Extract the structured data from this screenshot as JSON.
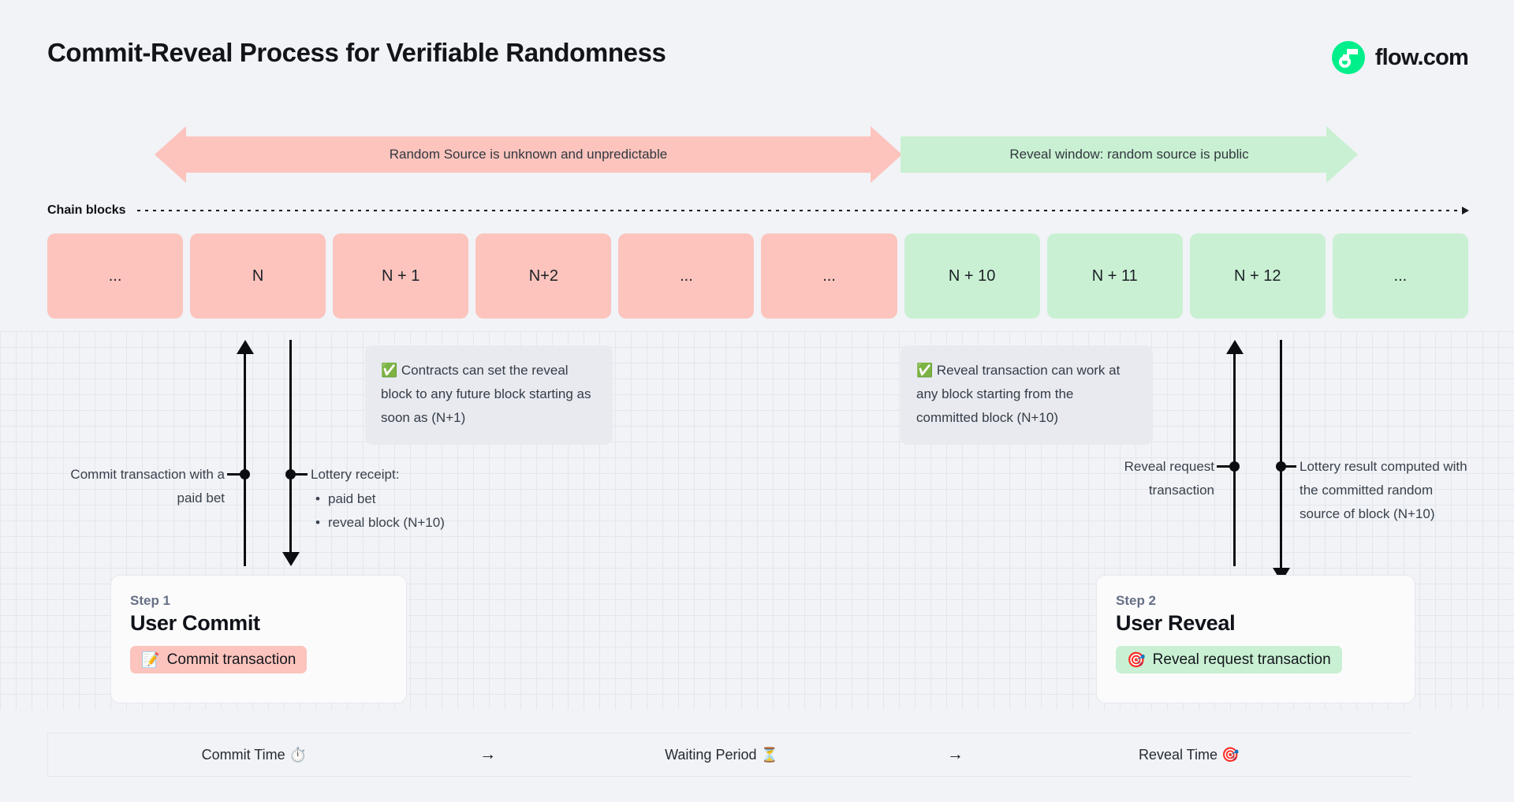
{
  "header": {
    "title": "Commit-Reveal Process for Verifiable Randomness",
    "brand_name": "flow.com",
    "brand_color": "#00ef8b"
  },
  "banners": [
    {
      "id": "unknown-window",
      "label": "Random Source is unknown and unpredictable",
      "color": "#fcc4bd",
      "direction": "double"
    },
    {
      "id": "reveal-window",
      "label": "Reveal window: random source is public",
      "color": "#c9f0d2",
      "direction": "right"
    }
  ],
  "chain": {
    "label": "Chain blocks",
    "blocks": [
      {
        "label": "...",
        "state": "pre-commit",
        "color": "#fcc4bd"
      },
      {
        "label": "N",
        "state": "pre-commit",
        "color": "#fcc4bd"
      },
      {
        "label": "N + 1",
        "state": "pre-commit",
        "color": "#fcc4bd"
      },
      {
        "label": "N+2",
        "state": "pre-commit",
        "color": "#fcc4bd"
      },
      {
        "label": "...",
        "state": "pre-commit",
        "color": "#fcc4bd"
      },
      {
        "label": "...",
        "state": "pre-commit",
        "color": "#fcc4bd"
      },
      {
        "label": "N + 10",
        "state": "revealable",
        "color": "#c9f0d2"
      },
      {
        "label": "N + 11",
        "state": "revealable",
        "color": "#c9f0d2"
      },
      {
        "label": "N + 12",
        "state": "revealable",
        "color": "#c9f0d2"
      },
      {
        "label": "...",
        "state": "revealable",
        "color": "#c9f0d2"
      }
    ]
  },
  "notes": {
    "commit": "✅ Contracts can set the reveal block to any future block starting as soon as (N+1)",
    "reveal": "✅ Reveal transaction can work at any block starting from the committed block (N+10)"
  },
  "annotations": {
    "commit_tx": "Commit transaction with a paid bet",
    "lottery_receipt_title": "Lottery receipt:",
    "lottery_receipt_items": [
      "paid bet",
      "reveal block (N+10)"
    ],
    "reveal_request": "Reveal request transaction",
    "lottery_result": "Lottery result computed with the committed random source of block (N+10)"
  },
  "steps": [
    {
      "kicker": "Step 1",
      "title": "User Commit",
      "pill_icon": "memo-icon",
      "pill_emoji": "📝",
      "pill_label": "Commit transaction",
      "pill_color": "#fcc4bd"
    },
    {
      "kicker": "Step 2",
      "title": "User Reveal",
      "pill_icon": "target-icon",
      "pill_emoji": "🎯",
      "pill_label": "Reveal request transaction",
      "pill_color": "#c9f0d2"
    }
  ],
  "phase_bar": {
    "segments": [
      {
        "label": "Commit Time",
        "emoji": "⏱️",
        "icon": "stopwatch-icon"
      },
      {
        "label": "Waiting Period",
        "emoji": "⏳",
        "icon": "hourglass-icon"
      },
      {
        "label": "Reveal Time",
        "emoji": "🎯",
        "icon": "target-icon"
      }
    ],
    "arrow_glyph": "→"
  }
}
